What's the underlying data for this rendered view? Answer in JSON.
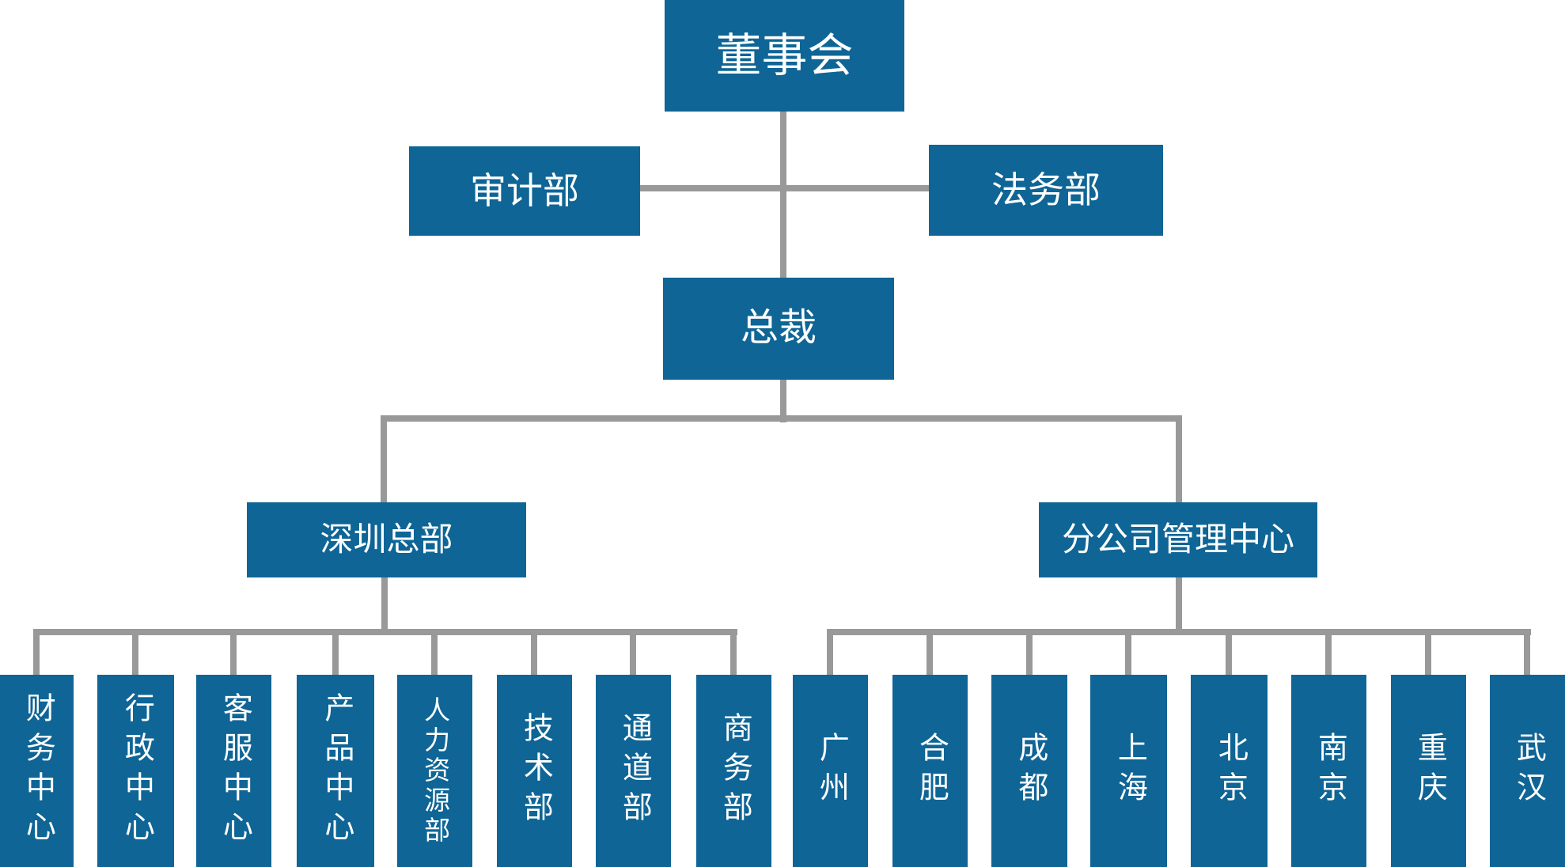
{
  "palette": {
    "node_fill": "#0E6596",
    "connector_gray": "#999999",
    "label_white": "#FFFFFF"
  },
  "org": {
    "root": {
      "label": "董事会"
    },
    "staff": [
      {
        "label": "审计部"
      },
      {
        "label": "法务部"
      }
    ],
    "president": {
      "label": "总裁"
    },
    "divisions": [
      {
        "label": "深圳总部",
        "children": [
          "财务中心",
          "行政中心",
          "客服中心",
          "产品中心",
          "人力资源部",
          "技术部",
          "通道部",
          "商务部"
        ]
      },
      {
        "label": "分公司管理中心",
        "children": [
          "广州",
          "合肥",
          "成都",
          "上海",
          "北京",
          "南京",
          "重庆",
          "武汉"
        ]
      }
    ]
  }
}
